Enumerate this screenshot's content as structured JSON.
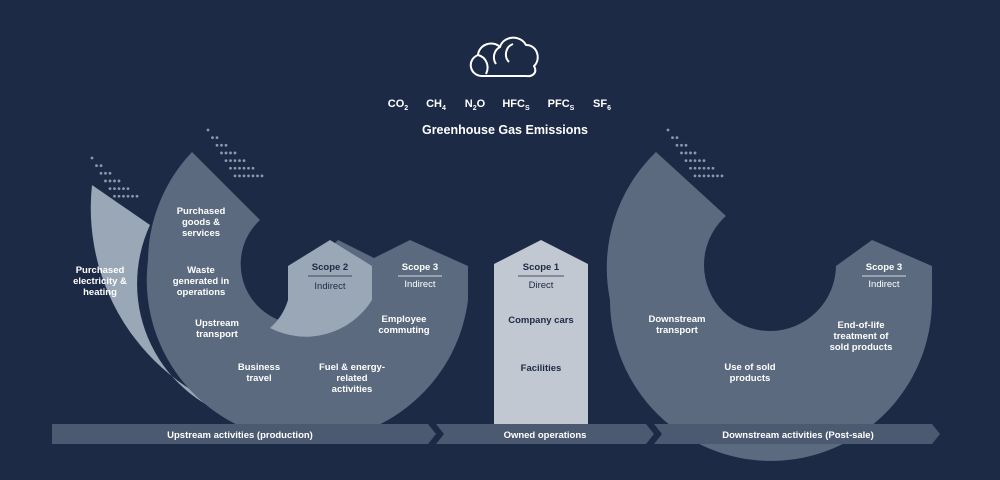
{
  "header": {
    "icon": "cloud-icon",
    "title": "Greenhouse Gas Emissions",
    "gases": [
      {
        "base": "CO",
        "sub": "2"
      },
      {
        "base": "CH",
        "sub": "4"
      },
      {
        "base": "N",
        "sub": "2",
        "tail": "O"
      },
      {
        "base": "HFC",
        "sub": "S"
      },
      {
        "base": "PFC",
        "sub": "S"
      },
      {
        "base": "SF",
        "sub": "6"
      }
    ]
  },
  "upstream": {
    "scope2": {
      "title": "Scope 2",
      "subtitle": "Indirect"
    },
    "scope3": {
      "title": "Scope 3",
      "subtitle": "Indirect"
    },
    "purchased_electricity": [
      "Purchased",
      "electricity &",
      "heating"
    ],
    "purchased_goods": [
      "Purchased",
      "goods &",
      "services"
    ],
    "waste": [
      "Waste",
      "generated in",
      "operations"
    ],
    "upstream_transport": [
      "Upstream",
      "transport"
    ],
    "business_travel": [
      "Business",
      "travel"
    ],
    "fuel_energy": [
      "Fuel & energy-",
      "related",
      "activities"
    ],
    "employee_commuting": [
      "Employee",
      "commuting"
    ]
  },
  "owned": {
    "scope1": {
      "title": "Scope 1",
      "subtitle": "Direct"
    },
    "company_cars": "Company cars",
    "facilities": "Facilities"
  },
  "downstream": {
    "scope3": {
      "title": "Scope 3",
      "subtitle": "Indirect"
    },
    "downstream_transport": [
      "Downstream",
      "transport"
    ],
    "use_of_sold": [
      "Use of sold",
      "products"
    ],
    "end_of_life": [
      "End-of-life",
      "treatment of",
      "sold products"
    ]
  },
  "bar": {
    "upstream": "Upstream activities (production)",
    "owned": "Owned operations",
    "downstream": "Downstream activities (Post-sale)"
  },
  "colors": {
    "background": "#1d2a45",
    "light_gray": "#9aa7b6",
    "mid_gray": "#5b6a7e",
    "pale": "#c2c8d1",
    "bar": "#4b5a70"
  }
}
